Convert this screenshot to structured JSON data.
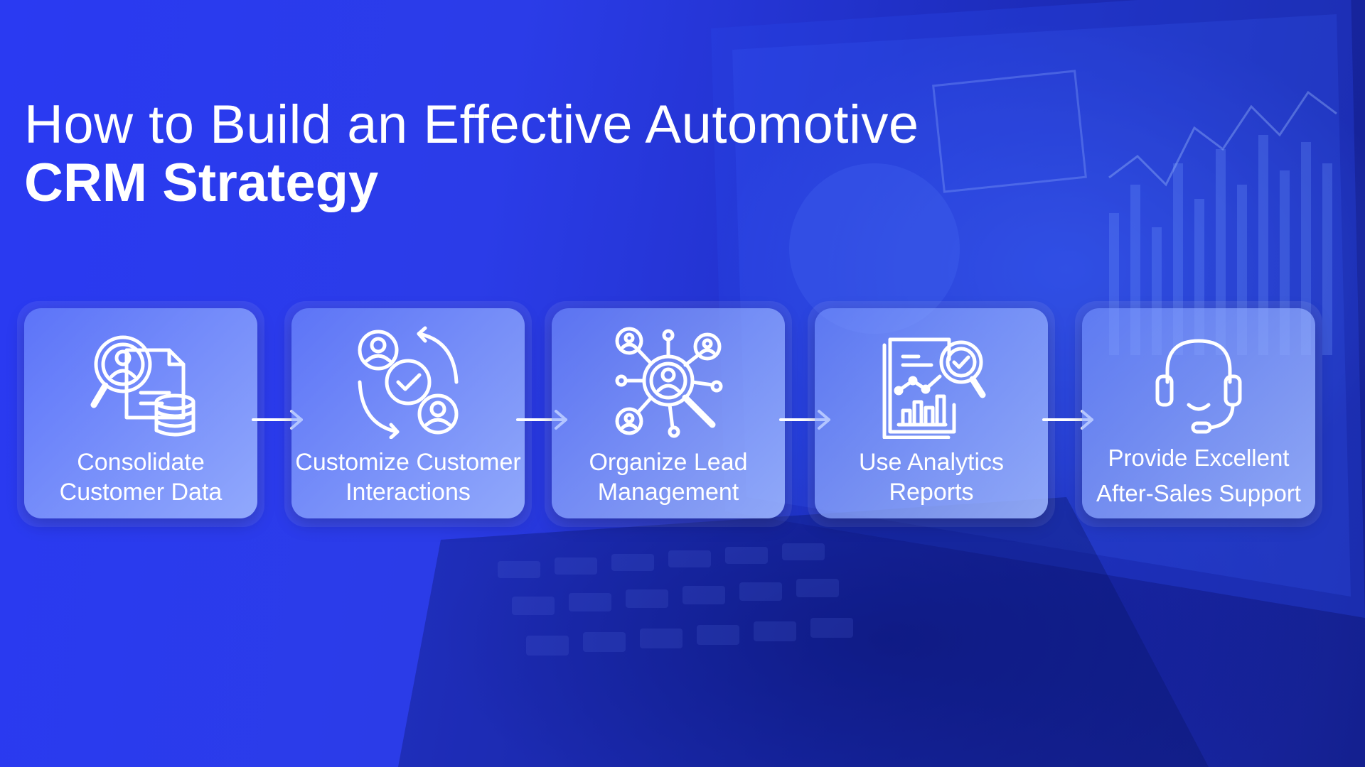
{
  "title": {
    "line1": "How to Build an Effective Automotive",
    "line2": "CRM Strategy"
  },
  "steps": [
    {
      "line1": "Consolidate",
      "line2": "Customer Data",
      "icon": "customer-data-search-icon"
    },
    {
      "line1": "Customize Customer",
      "line2": "Interactions",
      "icon": "customer-cycle-icon"
    },
    {
      "line1": "Organize Lead",
      "line2": "Management",
      "icon": "lead-network-icon"
    },
    {
      "line1": "Use Analytics",
      "line2": "Reports",
      "icon": "analytics-report-icon"
    },
    {
      "line1": "Provide Excellent",
      "line2": "After-Sales Support",
      "icon": "headset-icon"
    }
  ],
  "colors": {
    "background": "#2a3cf0",
    "card": "#8aa2ff",
    "text": "#ffffff"
  }
}
